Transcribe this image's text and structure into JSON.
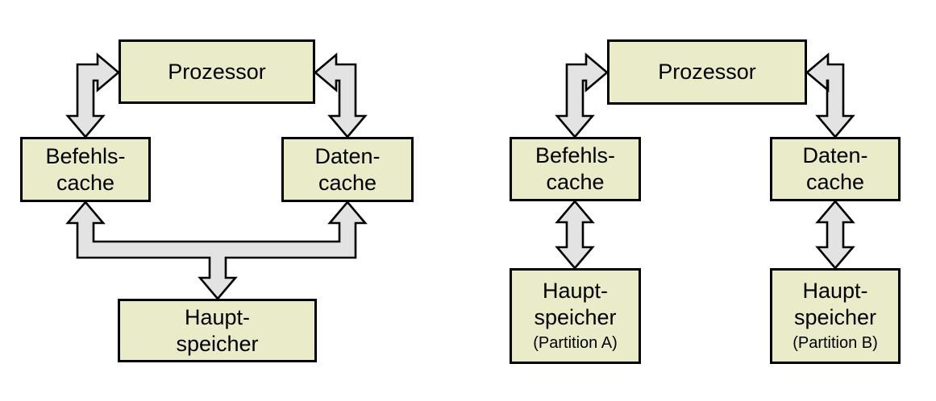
{
  "colors": {
    "background": "#ffffff",
    "box_fill": "#e9ebc9",
    "box_border": "#000000",
    "arrow_fill": "#e3e3e3",
    "arrow_border": "#000000",
    "text": "#000000"
  },
  "diagram_left": {
    "prozessor": "Prozessor",
    "befehls_cache": {
      "lines": [
        "Befehls-",
        "cache"
      ]
    },
    "daten_cache": {
      "lines": [
        "Daten-",
        "cache"
      ]
    },
    "hauptspeicher": {
      "lines": [
        "Haupt-",
        "speicher"
      ]
    }
  },
  "diagram_right": {
    "prozessor": "Prozessor",
    "befehls_cache": {
      "lines": [
        "Befehls-",
        "cache"
      ]
    },
    "daten_cache": {
      "lines": [
        "Daten-",
        "cache"
      ]
    },
    "hauptspeicher_a": {
      "lines": [
        "Haupt-",
        "speicher"
      ],
      "sublabel": "(Partition A)"
    },
    "hauptspeicher_b": {
      "lines": [
        "Haupt-",
        "speicher"
      ],
      "sublabel": "(Partition B)"
    }
  }
}
